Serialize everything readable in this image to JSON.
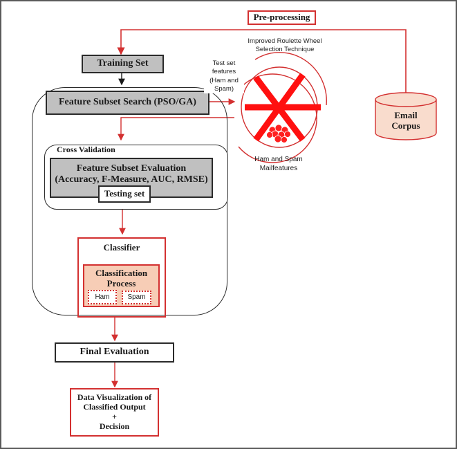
{
  "diagram": {
    "preprocessing": "Pre-processing",
    "training_set": "Training Set",
    "feature_subset_search": "Feature Subset Search (PSO/GA)",
    "test_set_features": [
      "Test set",
      "features",
      "(Ham and",
      "Spam)"
    ],
    "roulette_title": [
      "Improved Roulette Wheel",
      "Selection Technique"
    ],
    "roulette_caption": [
      "Ham and Spam",
      "Mailfeatures"
    ],
    "email_corpus": [
      "Email",
      "Corpus"
    ],
    "cross_validation": "Cross Validation",
    "feature_subset_evaluation": [
      "Feature Subset Evaluation",
      "(Accuracy, F-Measure, AUC, RMSE)"
    ],
    "testing_set": "Testing set",
    "classifier": "Classifier",
    "classification_process": [
      "Classification",
      "Process"
    ],
    "ham": "Ham",
    "spam": "Spam",
    "final_evaluation": "Final Evaluation",
    "data_visualization": [
      "Data Visualization of",
      "Classified Output",
      "+",
      "Decision"
    ]
  },
  "colors": {
    "accent_red": "#d33030",
    "gray_fill": "#c0c0c0",
    "peach_fill": "#f7cdb6"
  }
}
